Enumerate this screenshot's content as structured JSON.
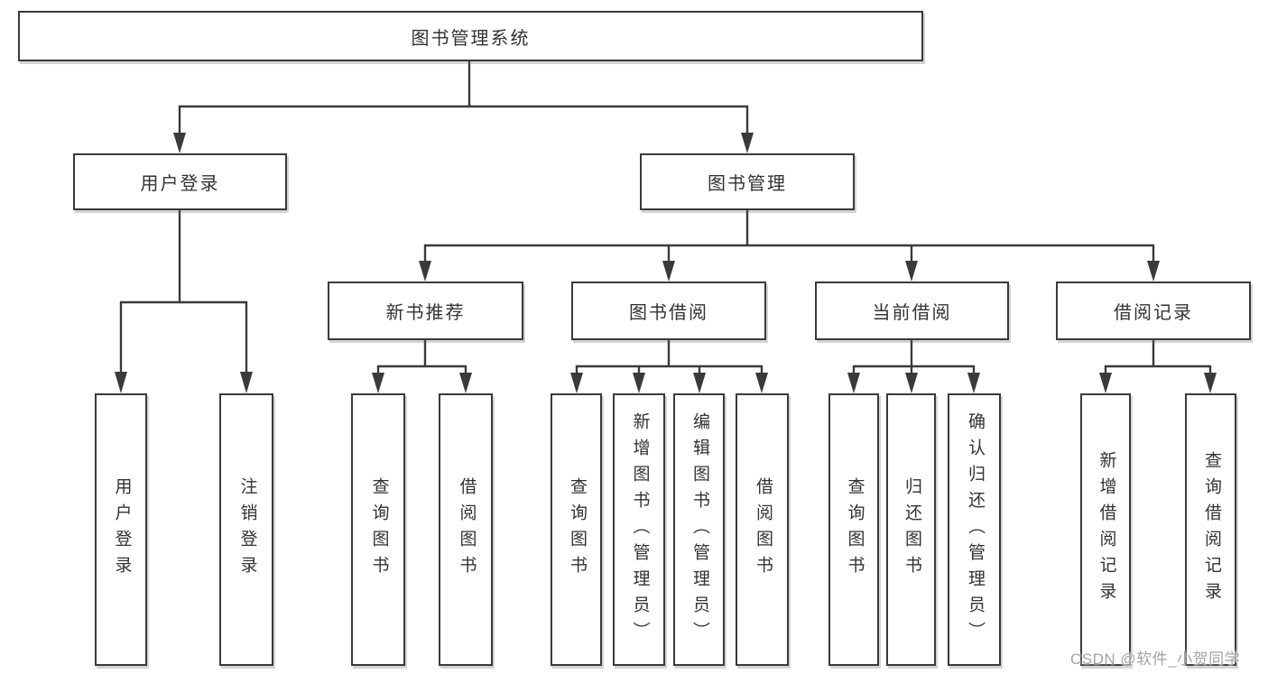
{
  "diagram": {
    "root": {
      "label": "图书管理系统"
    },
    "branches": [
      {
        "label": "用户登录",
        "children": [
          {
            "label": "用户登录"
          },
          {
            "label": "注销登录"
          }
        ]
      },
      {
        "label": "图书管理",
        "children": [
          {
            "label": "新书推荐",
            "children": [
              {
                "label": "查询图书"
              },
              {
                "label": "借阅图书"
              }
            ]
          },
          {
            "label": "图书借阅",
            "children": [
              {
                "label": "查询图书"
              },
              {
                "label": "新增图书（管理员）"
              },
              {
                "label": "编辑图书（管理员）"
              },
              {
                "label": "借阅图书"
              }
            ]
          },
          {
            "label": "当前借阅",
            "children": [
              {
                "label": "查询图书"
              },
              {
                "label": "归还图书"
              },
              {
                "label": "确认归还（管理员）"
              }
            ]
          },
          {
            "label": "借阅记录",
            "children": [
              {
                "label": "新增借阅记录"
              },
              {
                "label": "查询借阅记录"
              }
            ]
          }
        ]
      }
    ]
  },
  "watermark": {
    "text": "CSDN @软件_小贺同学"
  },
  "colors": {
    "line": "#3a3a3a",
    "text": "#333333",
    "background": "#ffffff",
    "watermark": "#a2a2a2"
  }
}
